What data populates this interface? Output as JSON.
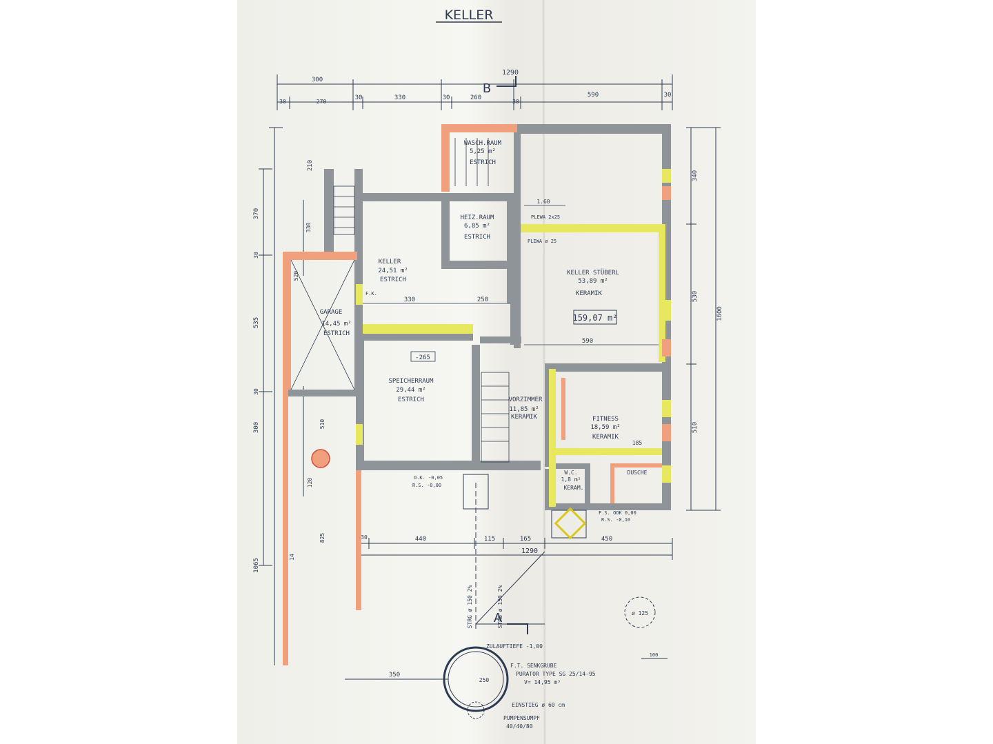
{
  "title": "KELLER",
  "section_markers": {
    "b": "B",
    "a": "A"
  },
  "top_dims": {
    "overall": "1290",
    "row1": [
      "300",
      "30",
      "330",
      "30",
      "260",
      "590",
      "30"
    ],
    "row2": [
      "30",
      "270",
      "30"
    ]
  },
  "left_dims": [
    "210",
    "370",
    "30",
    "535",
    "30",
    "300",
    "1065"
  ],
  "left_inner_dims": [
    "330",
    "520",
    "14",
    "120",
    "510",
    "825"
  ],
  "right_dims": [
    "340",
    "530",
    "510",
    "1600"
  ],
  "bottom_dims": {
    "overall": "1290",
    "row": [
      "30",
      "440",
      "115",
      "165",
      "450"
    ]
  },
  "rooms": {
    "waschraum": {
      "name": "WASCH.RAUM",
      "area": "5,25 m²",
      "floor": "ESTRICH"
    },
    "heizraum": {
      "name": "HEIZ.RAUM",
      "area": "6,85 m²",
      "floor": "ESTRICH"
    },
    "keller": {
      "name": "KELLER",
      "area": "24,51 m²",
      "floor": "ESTRICH"
    },
    "kellerstuberl": {
      "name": "KELLER STÜBERL",
      "area": "53,89 m²",
      "floor": "KERAMIK"
    },
    "garage": {
      "name": "GARAGE",
      "area": "14,45 m²",
      "floor": "ESTRICH"
    },
    "speicherraum": {
      "name": "SPEICHERRAUM",
      "area": "29,44 m²",
      "floor": "ESTRICH"
    },
    "vorzimmer": {
      "name": "VORZIMMER",
      "area": "11,85 m²",
      "floor": "KERAMIK"
    },
    "fitness": {
      "name": "FITNESS",
      "area": "18,59 m²",
      "floor": "KERAMIK"
    },
    "wc": {
      "name": "W.C.",
      "area": "1,8 m²",
      "floor": "KERAM."
    },
    "dusche": {
      "name": "DUSCHE"
    }
  },
  "total_area": "159,07 m²",
  "level_label": "-265",
  "interior_dims": [
    "330",
    "250",
    "590",
    "1.60",
    "185"
  ],
  "annotations": {
    "plewa1": "PLEWA 2x25",
    "plewa2": "PLEWA ø 25",
    "fk": "F.K.",
    "ok_rs_left": [
      "O.K. -0,05",
      "R.S. -0,80"
    ],
    "ok_rs_right": [
      "F.S. OOK 0,00",
      "R.S. -0,10"
    ],
    "strang1": "STRG ø 150 2%",
    "strang2": "STRG ø 150 2%",
    "zulauftiefe": "ZULAUFTIEFE -1,00",
    "fertigsenk": [
      "F.T. SENKGRUBE",
      "PURATOR TYPE SG 25/14-95",
      "V= 14,95 m³"
    ],
    "einstieg": "EINSTIEG ø 60 cm",
    "pumpensumpf": [
      "PUMPENSUMPF",
      "40/40/80"
    ],
    "tank_dim": "250",
    "mast_dim": "ø 125",
    "small_scale": "100"
  }
}
